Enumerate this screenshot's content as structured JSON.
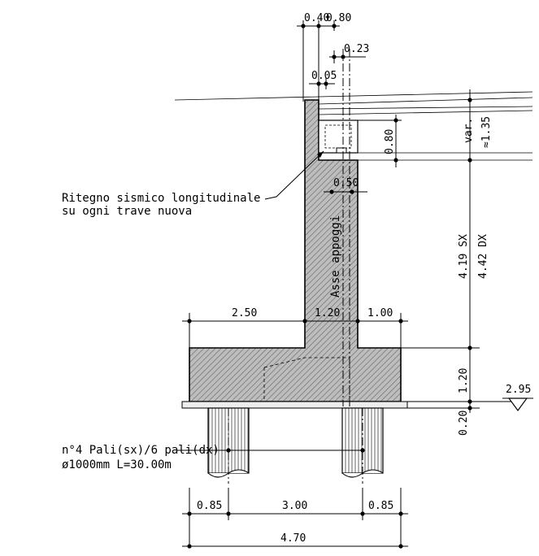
{
  "dimensions_top": {
    "d040": "0.40",
    "d080_top": "0.80",
    "d023": "0.23",
    "d005": "0.05",
    "d050": "0.50"
  },
  "dimensions_right": {
    "d135": "≈1.35",
    "var": "var.",
    "d080": "0.80",
    "sx": "4.19 SX",
    "dx": "4.42 DX",
    "d120": "1.20",
    "d020": "0.20"
  },
  "elevation": {
    "value": "2.95"
  },
  "dimensions_cap": {
    "d250": "2.50",
    "d120": "1.20",
    "d100": "1.00"
  },
  "dimensions_bottom": {
    "d085_left": "0.85",
    "d300": "3.00",
    "d085_right": "0.85",
    "d470": "4.70"
  },
  "labels": {
    "ritegno_line1": "Ritegno sismico longitudinale",
    "ritegno_line2": "su ogni trave nuova",
    "pali_line1": "n°4 Pali(sx)/6 pali(dx)",
    "pali_line2": "ø1000mm L=30.00m",
    "asse": "Asse appoggi"
  }
}
